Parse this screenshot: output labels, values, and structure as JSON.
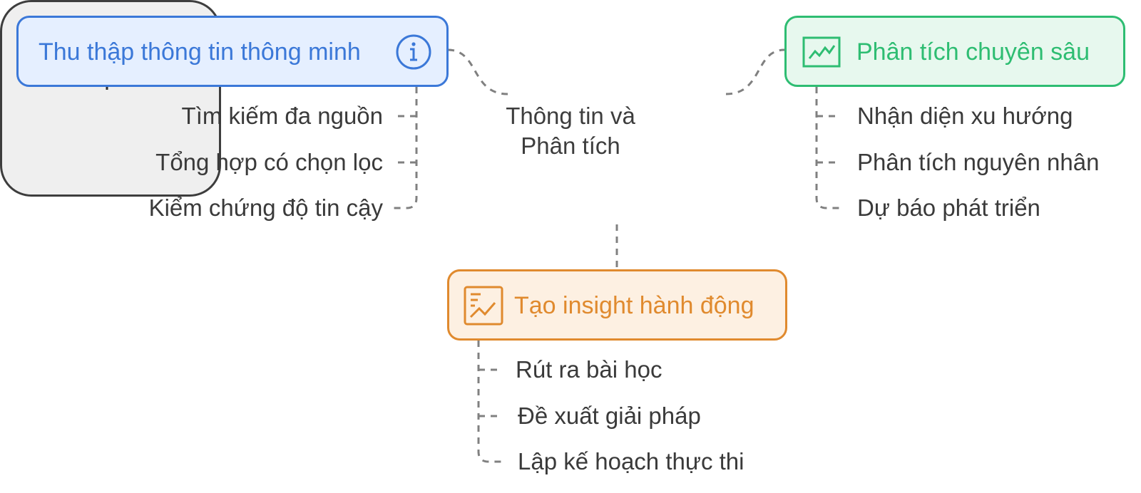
{
  "center": {
    "line1": "Thông tin và",
    "line2": "Phân tích",
    "icon": "plus-icon"
  },
  "branches": {
    "collect": {
      "title": "Thu thập thông tin thông minh",
      "icon": "info-icon",
      "color": "#3b78d8",
      "fill": "#e5efff",
      "items": [
        "Tìm kiếm đa nguồn",
        "Tổng hợp có chọn lọc",
        "Kiểm chứng độ tin cậy"
      ]
    },
    "analyze": {
      "title": "Phân tích chuyên sâu",
      "icon": "line-chart-icon",
      "color": "#2ebd72",
      "fill": "#e7f8ee",
      "items": [
        "Nhận diện xu hướng",
        "Phân tích nguyên nhân",
        "Dự báo phát triển"
      ]
    },
    "insight": {
      "title": "Tạo insight hành động",
      "icon": "trend-report-icon",
      "color": "#e08a2e",
      "fill": "#fdf0e2",
      "items": [
        "Rút ra bài học",
        "Đề xuất giải pháp",
        "Lập kế hoạch thực thi"
      ]
    }
  },
  "connector_color": "#808080"
}
